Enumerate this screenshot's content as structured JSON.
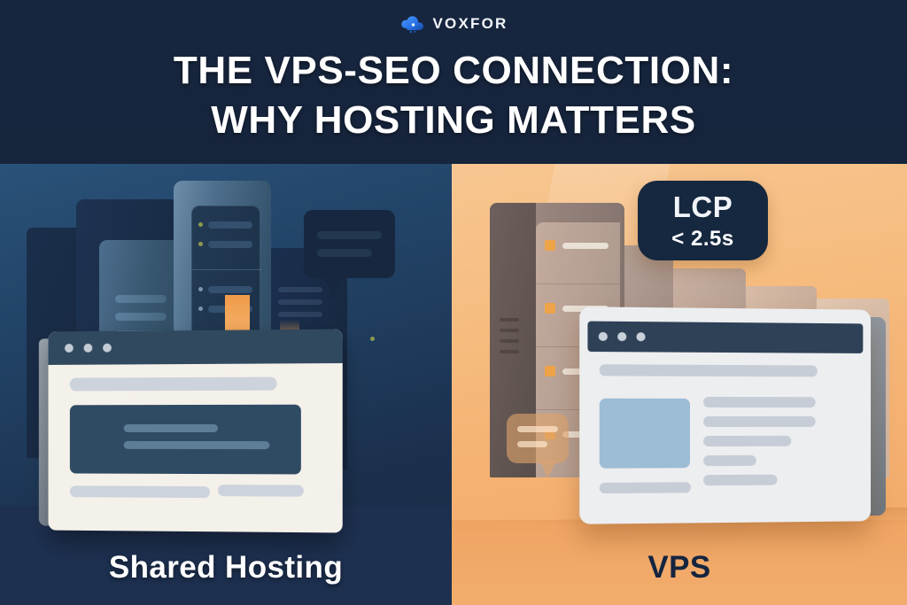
{
  "brand": {
    "logo_icon": "cloud-icon",
    "name": "VOXFOR",
    "logo_colors": {
      "cloud_primary": "#2f7ef0",
      "cloud_dark": "#1550b8"
    }
  },
  "header": {
    "title_line1": "THE VPS-SEO CONNECTION:",
    "title_line2": "WHY HOSTING MATTERS",
    "background": "#17263f",
    "text_color": "#ffffff"
  },
  "panels": {
    "left": {
      "label": "Shared Hosting",
      "label_color": "#ffffff",
      "background": "#23456a",
      "floor_color": "#1d3050",
      "illustration": {
        "server_racks": 5,
        "arrows": [
          {
            "name": "download-arrow-primary",
            "color": "#ef9b4a"
          },
          {
            "name": "download-arrow-secondary",
            "color": "#ef9b4a"
          }
        ],
        "speech_bubble_lines": 2,
        "browser_window": {
          "titlebar_color": "#31495f",
          "dots": 3,
          "body_color": "#f4f1ea",
          "placeholder_lines_top": 1,
          "content_block_lines": 2,
          "placeholder_lines_bottom": 2
        }
      }
    },
    "right": {
      "label": "VPS",
      "label_color": "#15253f",
      "background": "#f5b878",
      "floor_color": "#efa463",
      "badge": {
        "name": "lcp-badge",
        "title": "LCP",
        "value": "< 2.5s",
        "background": "#16283f",
        "text_color": "#ffffff"
      },
      "illustration": {
        "server_racks": 5,
        "server_led_color": "#efa349",
        "speech_bubble_lines": 2,
        "browser_window": {
          "titlebar_color": "#2e4157",
          "dots": 3,
          "body_color": "#edeef0",
          "image_placeholder_color": "#9dbcd5",
          "text_lines": 7
        }
      }
    }
  }
}
